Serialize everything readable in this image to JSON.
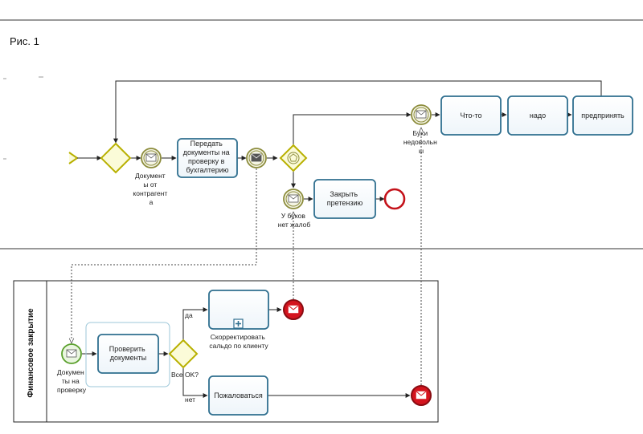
{
  "figure_caption": "Рис. 1",
  "lane_title": "Финансовое закрытие",
  "tasks": {
    "transfer": [
      "Передать",
      "документы на",
      "проверку в",
      "бухгалтерию"
    ],
    "something": "Что-то",
    "must": "надо",
    "undertake": "предпринять",
    "close_claim": [
      "Закрыть",
      "претензию"
    ],
    "check_docs": [
      "Проверить",
      "документы"
    ],
    "adjust_balance": [
      "Скорректировать",
      "сальдо по клиенту"
    ],
    "complain": "Пожаловаться"
  },
  "events": {
    "docs_from_contractor": [
      "Документ",
      "ы от",
      "контрагент",
      "а"
    ],
    "accountants_unhappy": [
      "Бухи",
      "недовольн",
      "ы"
    ],
    "no_complaints": [
      "У бухов",
      "нет жалоб"
    ],
    "docs_for_check": [
      "Докумен",
      "ты на",
      "проверку"
    ]
  },
  "gateways": {
    "all_ok": "Все OK?",
    "yes": "да",
    "no": "нет"
  },
  "colors": {
    "task_stroke": "#2f6f8f",
    "task_fill": "#ffffff",
    "gateway_stroke": "#b8b000",
    "gateway_fill": "#fbfbd8",
    "intermediate_stroke": "#8c8c3c",
    "start_stroke": "#5aa02c",
    "end_stroke": "#c4121a",
    "end_fill": "#d4141e"
  },
  "icons": [
    "envelope-icon",
    "subprocess-plus-icon",
    "arrowhead-icon"
  ]
}
